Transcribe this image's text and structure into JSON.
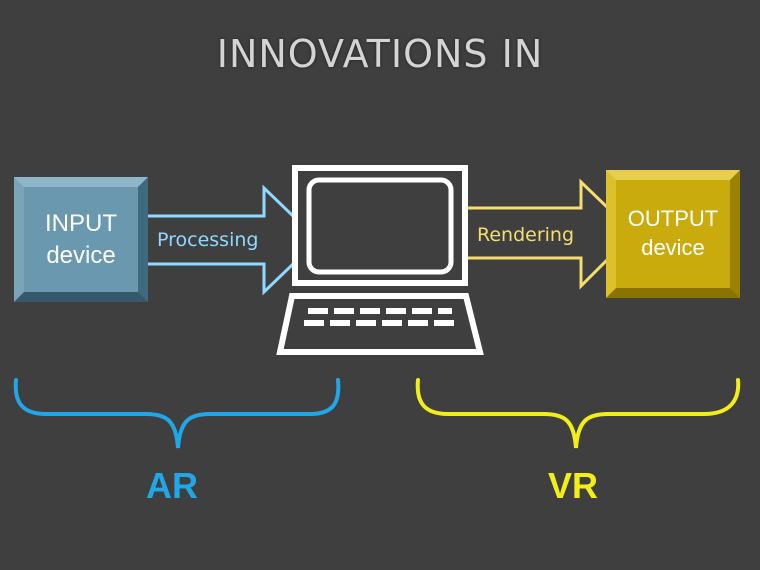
{
  "title": "INNOVATIONS  IN",
  "input_box": {
    "line1": "INPUT",
    "line2": "device"
  },
  "output_box": {
    "line1": "OUTPUT",
    "line2": "device"
  },
  "arrows": {
    "processing": "Processing",
    "rendering": "Rendering"
  },
  "groups": {
    "left": "AR",
    "right": "VR"
  },
  "colors": {
    "background": "#3f3f3f",
    "ar_accent": "#21a6e8",
    "vr_accent": "#f2ee18",
    "input_fill": "#6a98ae",
    "output_fill": "#c9ab0d"
  },
  "icons": {
    "center": "computer-icon"
  }
}
